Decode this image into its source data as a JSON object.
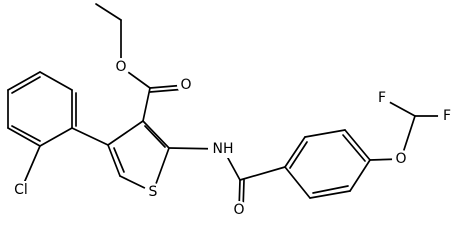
{
  "structure": {
    "atom_labels": {
      "ester_o_alkyl": "O",
      "ester_o_carbonyl": "O",
      "thiophene_s": "S",
      "chlorine": "Cl",
      "amide_nh": "NH",
      "amide_o": "O",
      "ether_o": "O",
      "fluorine_1": "F",
      "fluorine_2": "F"
    }
  }
}
